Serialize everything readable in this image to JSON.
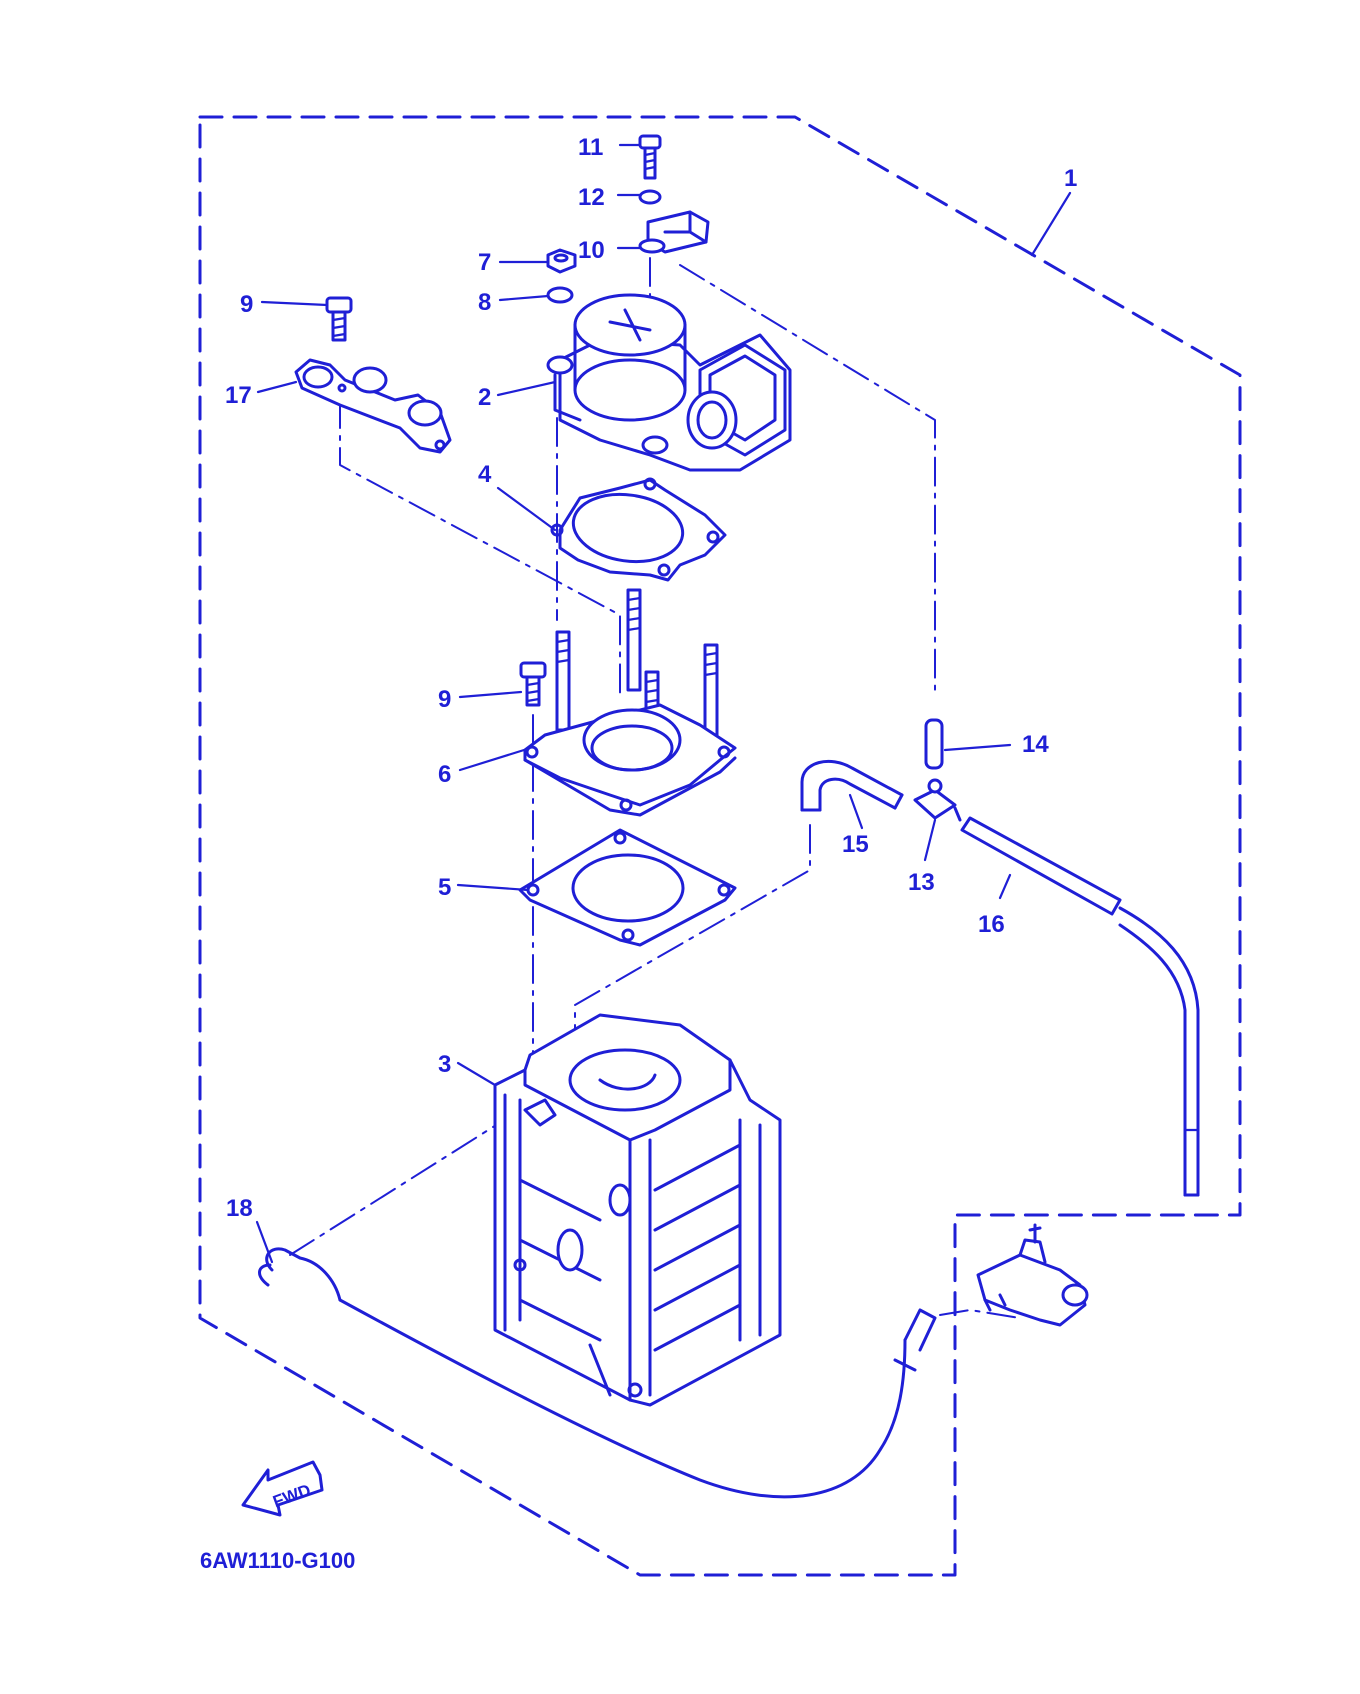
{
  "diagram": {
    "code": "6AW1110-G100",
    "fwd_label": "FWD",
    "colors": {
      "ink": "#1f1fd6",
      "background": "#ffffff"
    },
    "callouts": {
      "c1": "1",
      "c2": "2",
      "c3": "3",
      "c4": "4",
      "c5": "5",
      "c6": "6",
      "c7": "7",
      "c8": "8",
      "c9a": "9",
      "c9b": "9",
      "c10": "10",
      "c11": "11",
      "c12": "12",
      "c13": "13",
      "c14": "14",
      "c15": "15",
      "c16": "16",
      "c17": "17",
      "c18": "18"
    }
  }
}
